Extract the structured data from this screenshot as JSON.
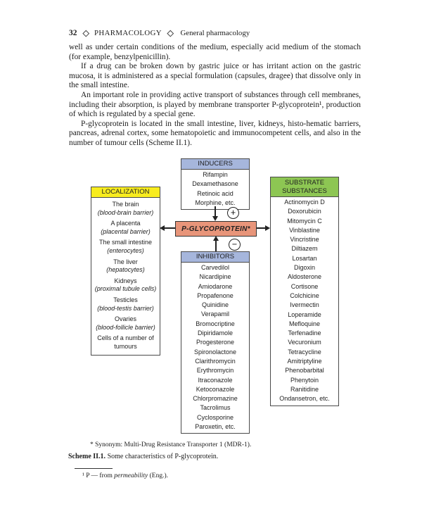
{
  "header": {
    "page_number": "32",
    "separator_icon": "diamond",
    "book_title": "PHARMACOLOGY",
    "section_title": "General pharmacology"
  },
  "paragraphs": {
    "p1": "well as under certain conditions of the medium, especially acid medium of the stomach (for example, benzylpenicillin).",
    "p2": "If a drug can be broken down by gastric juice or has irritant action on the gastric mucosa, it is administered as a special formulation (capsules, dragee) that dissolve only in the small intestine.",
    "p3": "An important role in providing active transport of substances through cell membranes, including their absorption, is played by membrane transporter P-glycoprotein¹, production of which is regulated by a special gene.",
    "p4": "P-glycoprotein is located in the small intestine, liver, kidneys, histo-hematic barriers, pancreas, adrenal cortex, some hematopoietic and immunocompetent cells, and also in the number of tumour cells (Scheme II.1)."
  },
  "diagram": {
    "colors": {
      "inducers_header": "#a6b6dc",
      "inhibitors_header": "#a6b6dc",
      "localization_header": "#f8ec1e",
      "substrate_header": "#8dc653",
      "glycoprotein_box": "#e8957a"
    },
    "inducers": {
      "title": "INDUCERS",
      "items": [
        "Rifampin",
        "Dexamethasone",
        "Retinoic acid",
        "Morphine, etc."
      ]
    },
    "localization": {
      "title": "LOCALIZATION",
      "items": [
        {
          "main": "The brain",
          "sub": "(blood-brain barrier)"
        },
        {
          "main": "A placenta",
          "sub": "(placental barrier)"
        },
        {
          "main": "The small intestine",
          "sub": "(enterocytes)"
        },
        {
          "main": "The liver",
          "sub": "(hepatocytes)"
        },
        {
          "main": "Kidneys",
          "sub": "(proximal tubule cells)"
        },
        {
          "main": "Testicles",
          "sub": "(blood-testis barrier)"
        },
        {
          "main": "Ovaries",
          "sub": "(blood-follicle barrier)"
        },
        {
          "main": "Cells of a number of tumours",
          "sub": ""
        }
      ]
    },
    "glycoprotein": {
      "label": "P-GLYCOPROTEIN*"
    },
    "plus_sign": "+",
    "minus_sign": "−",
    "inhibitors": {
      "title": "INHIBITORS",
      "items": [
        "Carvedilol",
        "Nicardipine",
        "Amiodarone",
        "Propafenone",
        "Quinidine",
        "Verapamil",
        "Bromocriptine",
        "Dipiridamole",
        "Progesterone",
        "Spironolactone",
        "Clarithromycin",
        "Erythromycin",
        "Itraconazole",
        "Ketoconazole",
        "Chlorpromazine",
        "Tacrolimus",
        "Cyclosporine",
        "Paroxetin, etc."
      ]
    },
    "substrate": {
      "title": "SUBSTRATE SUBSTANCES",
      "items": [
        "Actinomycin D",
        "Doxorubicin",
        "Mitomycin C",
        "Vinblastine",
        "Vincristine",
        "Diltiazem",
        "Losartan",
        "Digoxin",
        "Aldosterone",
        "Cortisone",
        "Colchicine",
        "Ivermectin",
        "Loperamide",
        "Mefloquine",
        "Terfenadine",
        "Vecuronium",
        "Tetracycline",
        "Amitriptyline",
        "Phenobarbital",
        "Phenytoin",
        "Ranitidine",
        "Ondansetron, etc."
      ]
    }
  },
  "footnotes": {
    "synonym": "* Synonym: Multi-Drug Resistance Transporter 1 (MDR-1).",
    "scheme_caption_bold": "Scheme II.1.",
    "scheme_caption_rest": " Some characteristics of P-glycoprotein.",
    "footnote_prefix": "¹ P — from ",
    "footnote_italic": "permeability",
    "footnote_suffix": " (Eng.)."
  }
}
